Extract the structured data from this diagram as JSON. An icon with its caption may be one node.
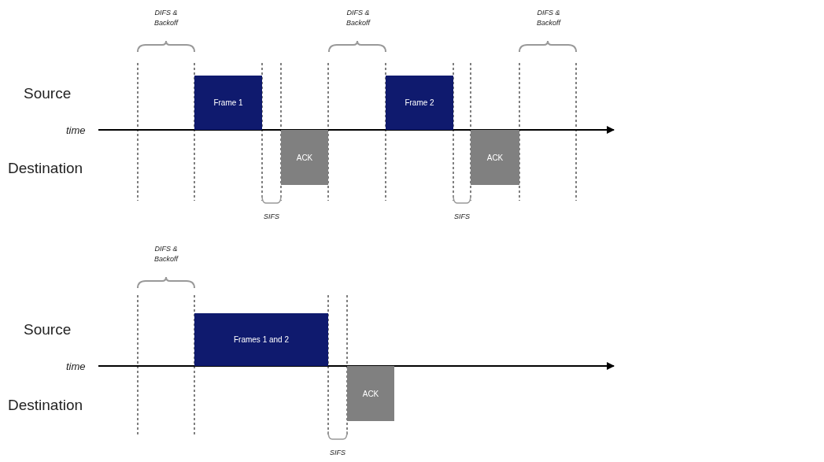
{
  "diagram": {
    "nodes": [
      {
        "text": [
          "Frame 1"
        ]
      },
      {
        "text": [
          "ACK"
        ]
      },
      {
        "text": [
          "Frame 2"
        ]
      },
      {
        "text": [
          "ACK"
        ]
      },
      {
        "text": [
          "Frames 1 and 2"
        ]
      },
      {
        "text": [
          "ACK"
        ]
      }
    ],
    "labels": [
      "DIFS & Backoff",
      "DIFS & Backoff",
      "DIFS & Backoff",
      "Source",
      "time",
      "Destination",
      "SIFS",
      "SIFS",
      "DIFS & Backoff",
      "Source",
      "time",
      "Destination",
      "SIFS"
    ]
  }
}
